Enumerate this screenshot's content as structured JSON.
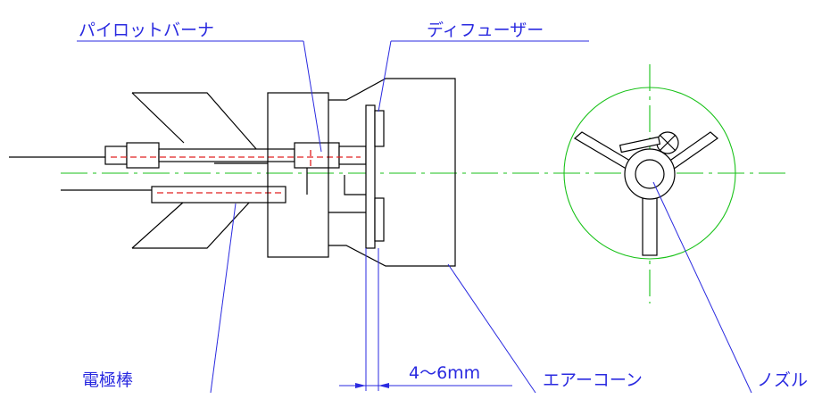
{
  "labels": {
    "pilot_burner": "パイロットバーナ",
    "diffuser": "ディフューザー",
    "electrode": "電極棒",
    "gap": "4〜6mm",
    "air_cone": "エアーコーン",
    "nozzle": "ノズル"
  },
  "colors": {
    "outline": "#000000",
    "leader": "#2a2ae0",
    "centerline": "#19c219",
    "hidden": "#e02020"
  }
}
